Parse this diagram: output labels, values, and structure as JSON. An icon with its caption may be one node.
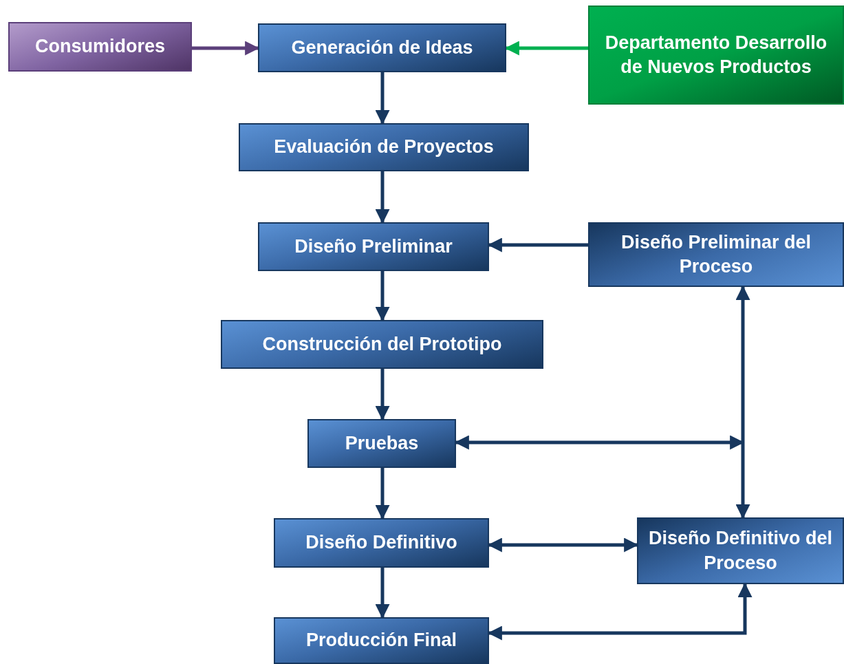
{
  "diagram": {
    "nodes": [
      {
        "text": [
          "Consumidores"
        ]
      },
      {
        "text": [
          "Generación de Ideas"
        ]
      },
      {
        "text": [
          "Departamento Desarrollo de Nuevos Productos"
        ]
      },
      {
        "text": [
          "Evaluación de Proyectos"
        ]
      },
      {
        "text": [
          "Diseño Preliminar"
        ]
      },
      {
        "text": [
          "Diseño Preliminar del Proceso"
        ]
      },
      {
        "text": [
          "Construcción del Prototipo"
        ]
      },
      {
        "text": [
          "Pruebas"
        ]
      },
      {
        "text": [
          "Diseño Definitivo"
        ]
      },
      {
        "text": [
          "Diseño Definitivo del Proceso"
        ]
      },
      {
        "text": [
          "Producción Final"
        ]
      }
    ],
    "edges": [
      {
        "from": 0,
        "to": 1,
        "arrow": "to",
        "color": "#5b3f7a"
      },
      {
        "from": 2,
        "to": 1,
        "arrow": "to",
        "color": "#00b050"
      },
      {
        "from": 1,
        "to": 3,
        "arrow": "to"
      },
      {
        "from": 3,
        "to": 4,
        "arrow": "to"
      },
      {
        "from": 5,
        "to": 4,
        "arrow": "to"
      },
      {
        "from": 4,
        "to": 6,
        "arrow": "to"
      },
      {
        "from": 6,
        "to": 7,
        "arrow": "to"
      },
      {
        "from": 5,
        "to": 9,
        "arrow": "both"
      },
      {
        "from": 7,
        "to": null,
        "arrow": "both"
      },
      {
        "from": 7,
        "to": 8,
        "arrow": "to"
      },
      {
        "from": 8,
        "to": 9,
        "arrow": "both"
      },
      {
        "from": 8,
        "to": 10,
        "arrow": "to"
      },
      {
        "from": 10,
        "to": 9,
        "arrow": "both"
      }
    ]
  }
}
